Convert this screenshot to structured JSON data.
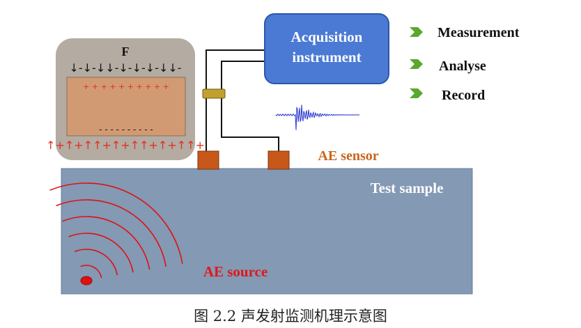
{
  "colors": {
    "panel_bg": "#b4aba2",
    "specimen_fill": "#d29a72",
    "specimen_border": "#8a6d55",
    "plus_color": "#e0301e",
    "instrument_bg": "#4a7ad4",
    "instrument_border": "#2c56a8",
    "arrow_green": "#5aa82e",
    "sample_bg": "#8399b4",
    "sample_border": "#66809e",
    "sensor_fill": "#c8571a",
    "connector_fill": "#c2a030",
    "wave_red": "#e01010",
    "waveform_blue": "#2233cc",
    "ae_sensor_label": "#c8651e",
    "ae_source_label": "#e01818"
  },
  "loading_panel": {
    "force_label": "F",
    "top_row": "↓-↓-↓↓-↓-↓-↓-↓↓-",
    "bottom_row": "↑+↑+↑↑+↑+↑↑+↑+↑↑+",
    "plus_row": "+ + + + + + + + + +",
    "minus_row": "- - - - - - - - - -"
  },
  "instrument": {
    "line1": "Acquisition",
    "line2": "instrument"
  },
  "functions": [
    {
      "label": "Measurement",
      "icon": "green-chevron-icon"
    },
    {
      "label": "Analyse",
      "icon": "green-chevron-icon"
    },
    {
      "label": "Record",
      "icon": "green-chevron-icon"
    }
  ],
  "labels": {
    "ae_sensor": "AE sensor",
    "test_sample": "Test sample",
    "ae_source": "AE source"
  },
  "caption": "图 2.2 声发射监测机理示意图"
}
